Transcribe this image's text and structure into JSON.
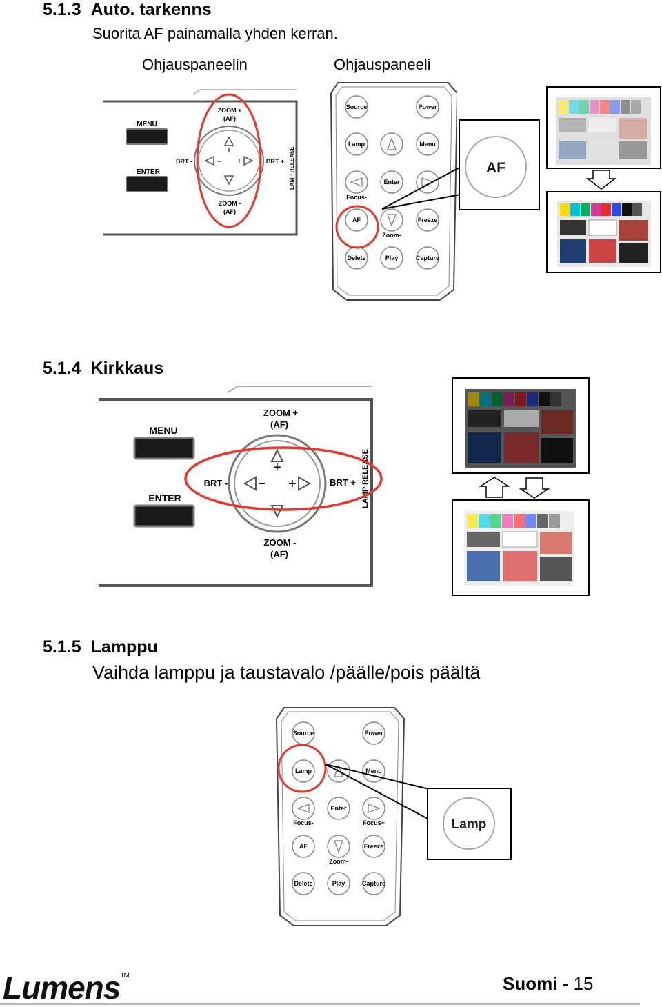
{
  "sections": [
    {
      "number": "5.1.3",
      "title": "Auto. tarkenns",
      "desc": "Suorita AF painamalla yhden kerran.",
      "captions": [
        "Ohjauspaneelin",
        "Ohjauspaneeli"
      ]
    },
    {
      "number": "5.1.4",
      "title": "Kirkkaus"
    },
    {
      "number": "5.1.5",
      "title": "Lamppu",
      "desc": "Vaihda lamppu ja taustavalo /päälle/pois päältä"
    }
  ],
  "panel": {
    "menu": "MENU",
    "enter": "ENTER",
    "zoom_plus": "ZOOM +",
    "zoom_minus": "ZOOM -",
    "af": "(AF)",
    "brt_minus": "BRT -",
    "brt_plus": "BRT +",
    "lamp_release": "LAMP RELEASE"
  },
  "remote": {
    "source": "Source",
    "power": "Power",
    "lamp": "Lamp",
    "menu": "Menu",
    "enter": "Enter",
    "focus_minus": "Focus-",
    "focus_plus": "Focus+",
    "af": "AF",
    "freeze": "Freeze",
    "zoom_minus": "Zoom-",
    "delete": "Delete",
    "play": "Play",
    "capture": "Capture"
  },
  "callouts": {
    "af": "AF",
    "lamp": "Lamp"
  },
  "footer": {
    "brand": "Lumens",
    "tm": "TM",
    "page_label": "Suomi",
    "separator": " - ",
    "page_number": "15"
  }
}
